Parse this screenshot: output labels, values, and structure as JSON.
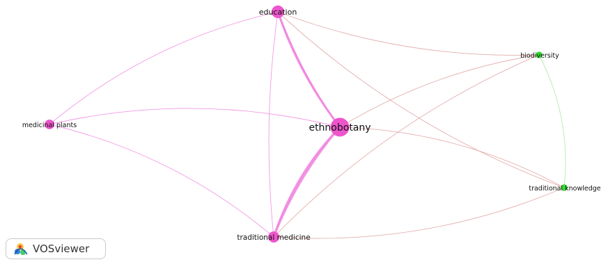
{
  "network": {
    "nodes": [
      {
        "id": "education",
        "label": "education",
        "cluster": "pink",
        "weight": 3
      },
      {
        "id": "ethnobotany",
        "label": "ethnobotany",
        "cluster": "pink",
        "weight": 5
      },
      {
        "id": "medicinal-plants",
        "label": "medicinal plants",
        "cluster": "pink",
        "weight": 2
      },
      {
        "id": "traditional-medicine",
        "label": "traditional medicine",
        "cluster": "pink",
        "weight": 2.5
      },
      {
        "id": "biodiversity",
        "label": "biodiversity",
        "cluster": "green",
        "weight": 1
      },
      {
        "id": "traditional-knowledge",
        "label": "traditional knowledge",
        "cluster": "green",
        "weight": 1
      }
    ],
    "links": [
      {
        "source": "education",
        "target": "ethnobotany",
        "strength": 3
      },
      {
        "source": "education",
        "target": "medicinal-plants",
        "strength": 1
      },
      {
        "source": "education",
        "target": "traditional-medicine",
        "strength": 1
      },
      {
        "source": "education",
        "target": "biodiversity",
        "strength": 1
      },
      {
        "source": "education",
        "target": "traditional-knowledge",
        "strength": 1
      },
      {
        "source": "ethnobotany",
        "target": "medicinal-plants",
        "strength": 1
      },
      {
        "source": "ethnobotany",
        "target": "traditional-medicine",
        "strength": 3
      },
      {
        "source": "ethnobotany",
        "target": "biodiversity",
        "strength": 1
      },
      {
        "source": "ethnobotany",
        "target": "traditional-knowledge",
        "strength": 1
      },
      {
        "source": "medicinal-plants",
        "target": "traditional-medicine",
        "strength": 1
      },
      {
        "source": "traditional-medicine",
        "target": "biodiversity",
        "strength": 1
      },
      {
        "source": "traditional-medicine",
        "target": "traditional-knowledge",
        "strength": 1
      },
      {
        "source": "biodiversity",
        "target": "traditional-knowledge",
        "strength": 1
      }
    ],
    "colors": {
      "pink": "#ee55cc",
      "pink_edge": "#f08ae0",
      "green": "#33dd33",
      "green_edge": "#a9e8a0",
      "mixed_edge": "#e0a0a0"
    }
  },
  "badge": {
    "label": "VOSviewer",
    "icon": "vosviewer-logo-icon"
  }
}
